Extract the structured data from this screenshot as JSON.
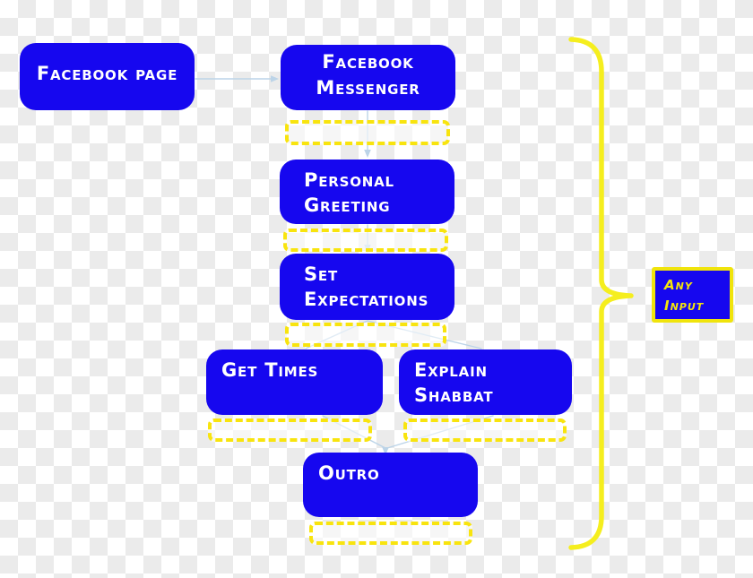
{
  "diagram": {
    "type": "flowchart",
    "background": "transparency-checkerboard",
    "colors": {
      "checker_light": "#ffffff",
      "checker_dark": "#ebebeb",
      "node_fill": "#1607ef",
      "node_text": "#ffffff",
      "placeholder_dash": "#f8e40e",
      "bracket": "#f5ee1e",
      "connector": "#bcd4e8",
      "any_input_border": "#f0e40c",
      "any_input_text": "#f5e50a"
    },
    "nodes": {
      "facebook_page": {
        "label": "Facebook page"
      },
      "facebook_messenger": {
        "label": "Facebook\nMessenger"
      },
      "personal_greeting": {
        "label": "Personal\nGreeting"
      },
      "set_expectations": {
        "label": "Set\nExpectations"
      },
      "get_times": {
        "label": "Get Times"
      },
      "explain_shabbat": {
        "label": "Explain\nShabbat"
      },
      "outro": {
        "label": "Outro"
      },
      "any_input": {
        "label": "Any\nInput"
      }
    },
    "placeholder_slot_count": 6,
    "edges": [
      "facebook_page -> facebook_messenger",
      "facebook_messenger -> personal_greeting",
      "personal_greeting -> set_expectations",
      "set_expectations -> get_times",
      "set_expectations -> explain_shabbat",
      "get_times -> outro",
      "explain_shabbat -> outro",
      "all-steps -> any_input (bracket)"
    ]
  }
}
